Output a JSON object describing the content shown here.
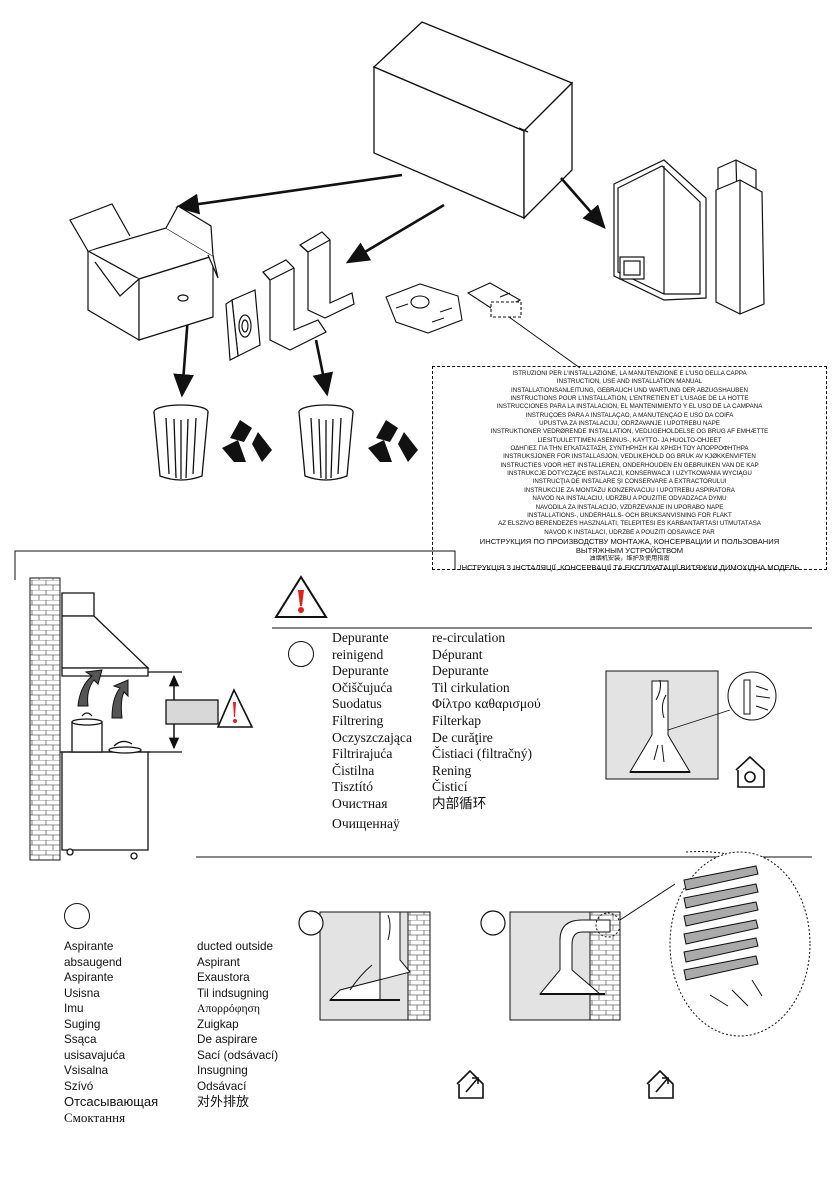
{
  "manual_titles": [
    "ISTRUZIONI PER L'INSTALLAZIONE, LA MANUTENZIONE E L'USO DELLA CAPPA",
    "INSTRUCTION, USE AND INSTALLATION MANUAL",
    "INSTALLATIONSANLEITUNG, GEBRAUCH UND WARTUNG DER ABZUGSHAUBEN",
    "INSTRUCTIONS POUR L'INSTALLATION, L'ENTRETIEN ET  L'USAGE DE LA HOTTE",
    "INSTRUCCIONES PARA LA INSTALACIÓN, EL MANTENIMIENTO Y EL USO DE LA CAMPANA",
    "INSTRUÇÕES PARA A INSTALAÇÃO, A MANUTENÇÃO E USO DA COIFA",
    "UPUSTVA ZA INSTALACIJU, ODRŽAVANJE I UPOTREBU NAPE",
    "INSTRUKTIONER VEDRØRENDE INSTALLATION, VEDLIGEHOLDELSE OG BRUG AF EMHÆTTE",
    "LIESITUULETTIMEN ASENNUS-, KÄYTTÖ- JA HUOLTO-OHJEET",
    "ΟΔΗΓΙΕΣ ΓΙΑ ΤΗΝ ΕΓΚΑΤΑΣΤΑΣΗ, ΣΥΝΤΗΡΗΣΗ ΚΑΙ ΧΡΗΣΗ ΤΟΥ ΑΠΟΡΡΟΦΗΤΗΡΑ",
    "INSTRUKSJONER FOR INSTALLASJON, VEDLIKEHOLD OG BRUK AV KJØKKENVIFTEN",
    "INSTRUCTIES VOOR HET INSTALLEREN, ONDERHOUDEN EN GEBRUIKEN VAN DE KAP",
    "INSTRUKCJE DOTYCZĄCE INSTALACJI, KONSERWACJI I UŻYTKOWANIA WYCIĄGU",
    "INSTRUCŢIA DE INSTALARE ŞI CONSERVARE A EXTRACTORULUI",
    "INSTRUKCIJE ZA MONTAŽU KONZERVACIJU I UPOTREBU  ASPIRATORA",
    "NÁVOD NA INŠTALÁCIU, ÚDRŽBU A POUŽITIE ODVÁDZAČA DYMU",
    "NAVODILA ZA INSTALACIJO, VZDRŽEVANJE IN UPORABO NAPE",
    "INSTALLATIONS-, UNDERHÅLLS- OCH BRUKSANVISNING FÖR FLÄKT",
    "AZ ELSZÍVÓ BERENDEZÉS HASZNÁLATI, TELEPÍTÉSI ÉS KARBANTARTÁSI ÚTMUTATÁSA",
    "NÁVOD K INSTALACI, ÚDRŽBĚ A POUŽITÍ ODSAVAČE PAR",
    "ИНСТРУКЦИЯ ПО ПРОИЗВОДСТВУ МОНТАЖА, КОНСЕРВАЦИИ И ПОЛЬЗОВАНИЯ",
    "ВЫТЯЖНЫМ УСТРОЙСТВОМ",
    "油烟机安装，维护及使用指南",
    "ІНСТРУКЦІЯ З ІНСТАЛЯЦІЇ, КОНСЕРВАЦІЇ ТА ЕКСПЛУАТАЦІЇ ВИТЯЖКИ ДИМОХІДНА МОДЕЛЬ"
  ],
  "recirculation": {
    "col1": [
      "Depurante",
      "reinigend",
      "Depurante",
      "Očiščujuća",
      "Suodatus",
      "Filtrering",
      "Oczyszczająca",
      "Filtrirajuća",
      "Čistilna",
      "Tisztító",
      "Очистная",
      "Очищеннаÿ"
    ],
    "col2": [
      "re-circulation",
      "Dépurant",
      "Depurante",
      "Til cirkulation",
      "Φίλτρο καθαρισμού",
      "Filterkap",
      "De curăţire",
      "Čistiaci (filtračný)",
      "Rening",
      "Čisticí",
      "内部循环"
    ]
  },
  "ducted": {
    "col1": [
      "Aspirante",
      "absaugend",
      "Aspirante",
      "Usisna",
      "Imu",
      "Suging",
      "Ssąca",
      "usisavajuća",
      "Vsisalna",
      "Szívó",
      "Отсасывающая",
      "Смоктання"
    ],
    "col2": [
      "ducted outside",
      "Aspirant",
      "Exaustora",
      "Til indsugning",
      "Απορρόφηση",
      "Zuigkap",
      "De aspirare",
      "Sací (odsávací)",
      "Insugning",
      "Odsávací",
      "对外排放"
    ]
  },
  "colors": {
    "ink": "#111111",
    "warning": "#e0201a",
    "panel": "#e3e3e3"
  }
}
